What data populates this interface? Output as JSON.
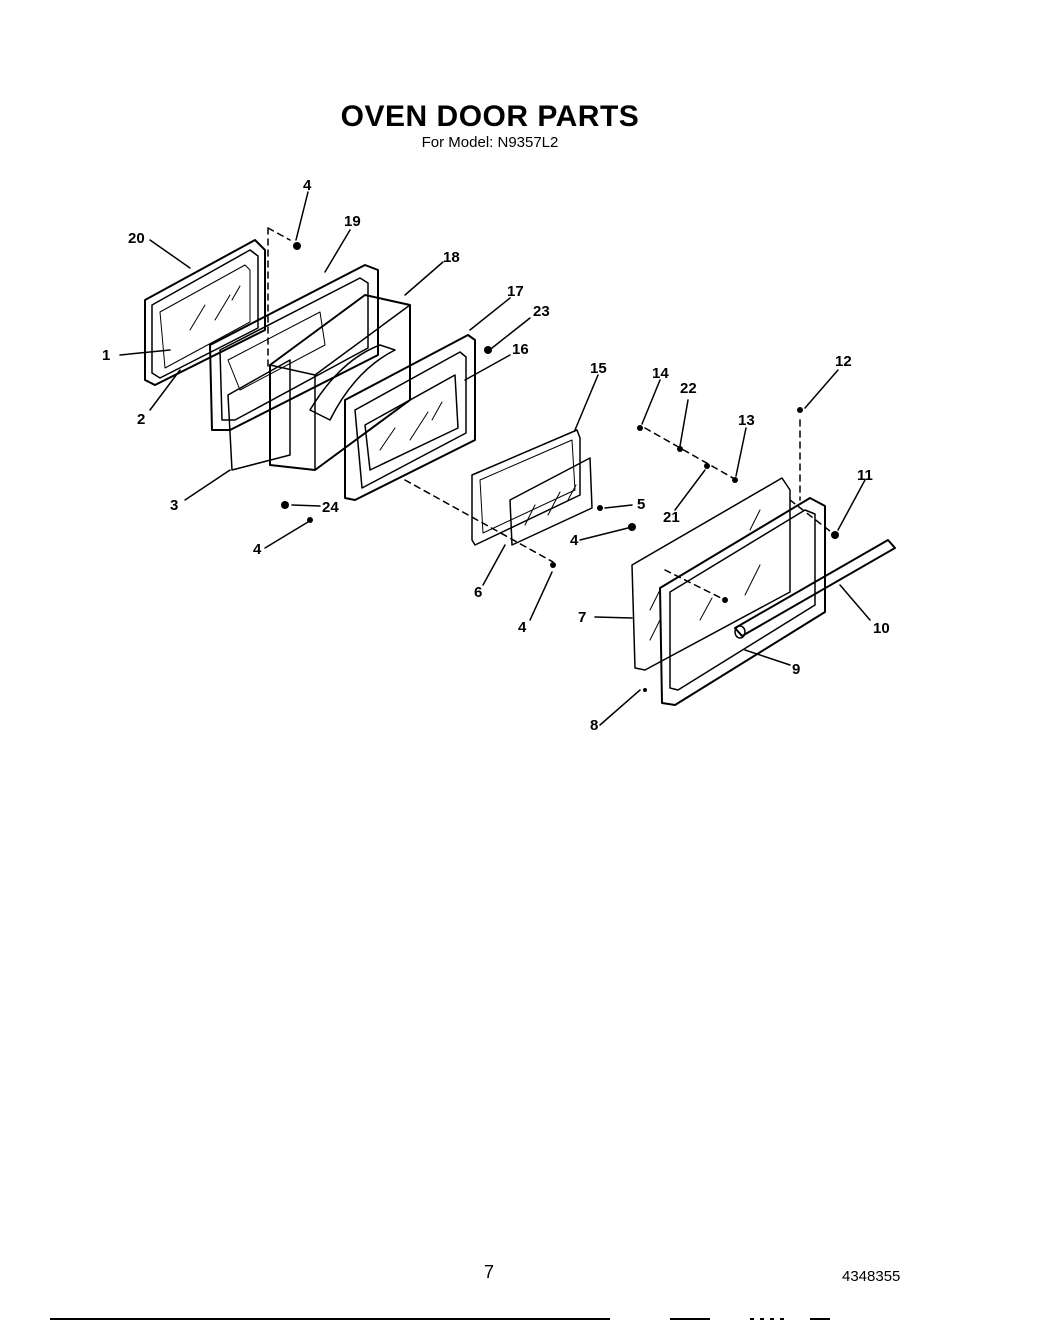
{
  "header": {
    "title": "OVEN DOOR PARTS",
    "subtitle": "For Model: N9357L2"
  },
  "callouts": [
    "1",
    "2",
    "3",
    "4",
    "5",
    "6",
    "7",
    "8",
    "9",
    "10",
    "11",
    "12",
    "13",
    "14",
    "15",
    "16",
    "17",
    "18",
    "19",
    "20",
    "21",
    "22",
    "23",
    "24"
  ],
  "footer": {
    "page_number": "7",
    "doc_number": "4348355"
  }
}
